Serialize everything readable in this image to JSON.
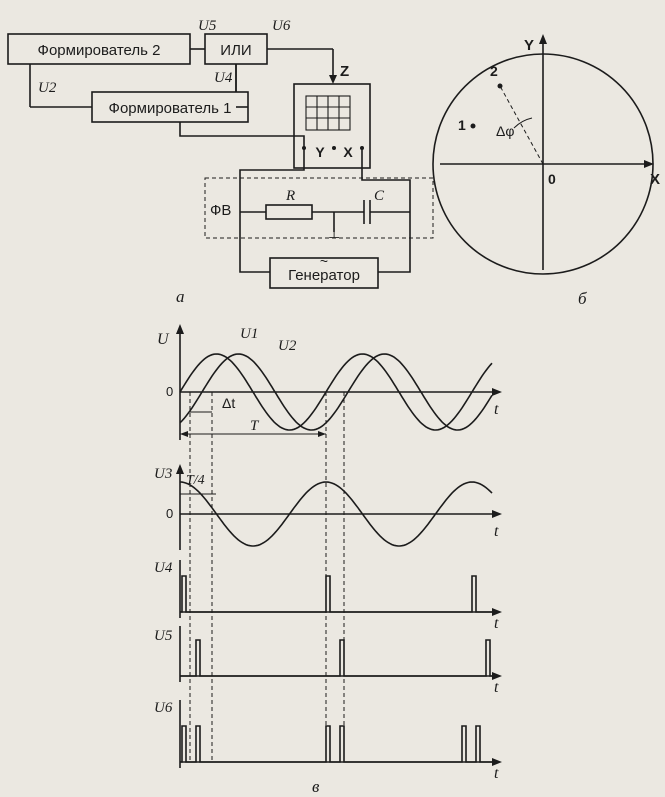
{
  "blocks": {
    "former2": "Формирователь 2",
    "or_gate": "ИЛИ",
    "former1": "Формирователь 1",
    "phase_shifter": "ФВ",
    "generator": "Генератор",
    "resistor": "R",
    "capacitor": "C",
    "tilde": "~",
    "ground": "⊥"
  },
  "signals": {
    "u5": "U5",
    "u6": "U6",
    "u4": "U4",
    "u2": "U2",
    "z": "Z",
    "y": "Y",
    "x": "X"
  },
  "panel_labels": {
    "a": "а",
    "b": "б",
    "v": "в"
  },
  "circle_diagram": {
    "axis_x": "X",
    "axis_y": "Y",
    "origin": "0",
    "point1": "1",
    "point2": "2",
    "angle": "Δφ"
  },
  "waveforms": {
    "u_axis": "U",
    "u1": "U1",
    "u2": "U2",
    "zero": "0",
    "t": "t",
    "dt": "Δt",
    "period": "T",
    "u3_axis": "U3",
    "quarter": "T/4",
    "u4_axis": "U4",
    "u5_axis": "U5",
    "u6_axis": "U6"
  },
  "chart_data": {
    "type": "line",
    "title": "",
    "xlabel": "t",
    "ylabel": "U",
    "series": [
      {
        "name": "U1",
        "shape": "sine",
        "periods": 2.2
      },
      {
        "name": "U2",
        "shape": "sine",
        "periods": 2.2,
        "lag": "Δt"
      },
      {
        "name": "U3",
        "shape": "sine",
        "periods": 2.2,
        "lead": "T/4"
      },
      {
        "name": "U4",
        "shape": "pulses",
        "pulses_per_period": 1
      },
      {
        "name": "U5",
        "shape": "pulses",
        "pulses_per_period": 1
      },
      {
        "name": "U6",
        "shape": "pulses",
        "pulses_per_period": 2
      }
    ]
  }
}
